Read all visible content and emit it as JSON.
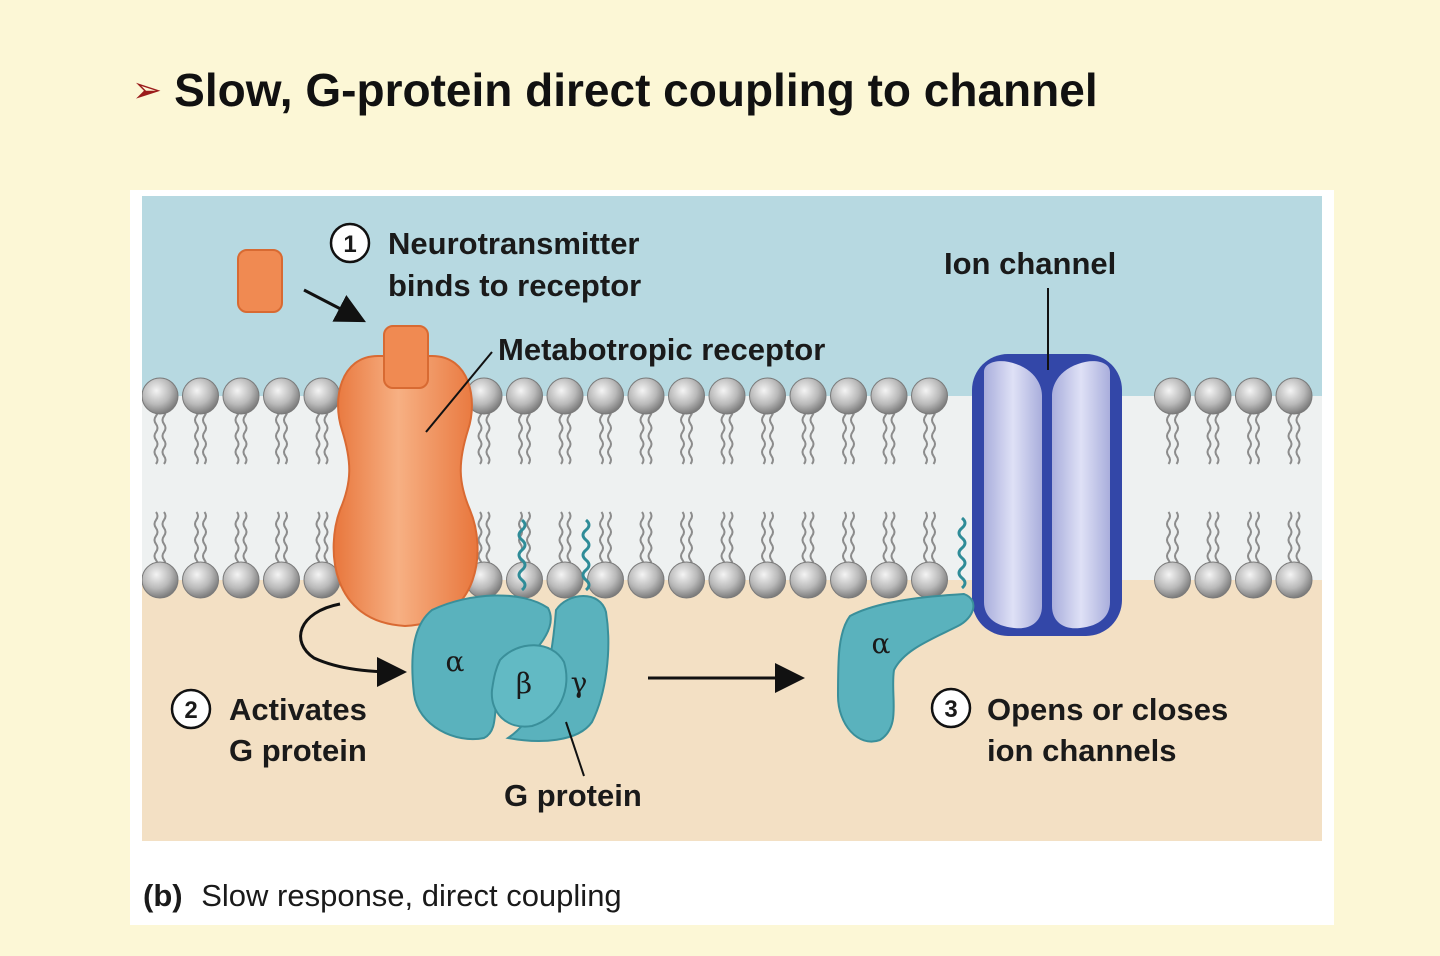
{
  "slide": {
    "title": "Slow, G-protein direct coupling to channel",
    "bullet_icon": "arrowhead-bullet"
  },
  "colors": {
    "slide_background": "#fcf7d6",
    "extracellular": "#b7d9e1",
    "intracellular": "#f3e0c4",
    "receptor": "#f2925a",
    "neurotransmitter": "#f08a52",
    "g_protein": "#5ab2bd",
    "ion_channel": "#c9cdee",
    "ion_channel_border": "#3347a8",
    "bullet": "#9b1c1c"
  },
  "figure": {
    "step1": {
      "number": "1",
      "line1": "Neurotransmitter",
      "line2": "binds to receptor"
    },
    "step2": {
      "number": "2",
      "line1": "Activates",
      "line2": "G protein"
    },
    "step3": {
      "number": "3",
      "line1": "Opens or closes",
      "line2": "ion channels"
    },
    "labels": {
      "ion_channel": "Ion channel",
      "metabotropic_receptor": "Metabotropic receptor",
      "g_protein": "G protein"
    },
    "subunits": {
      "alpha": "α",
      "beta": "β",
      "gamma": "γ",
      "alpha_free": "α"
    },
    "caption": {
      "tag": "(b)",
      "text": "Slow response, direct coupling"
    }
  }
}
